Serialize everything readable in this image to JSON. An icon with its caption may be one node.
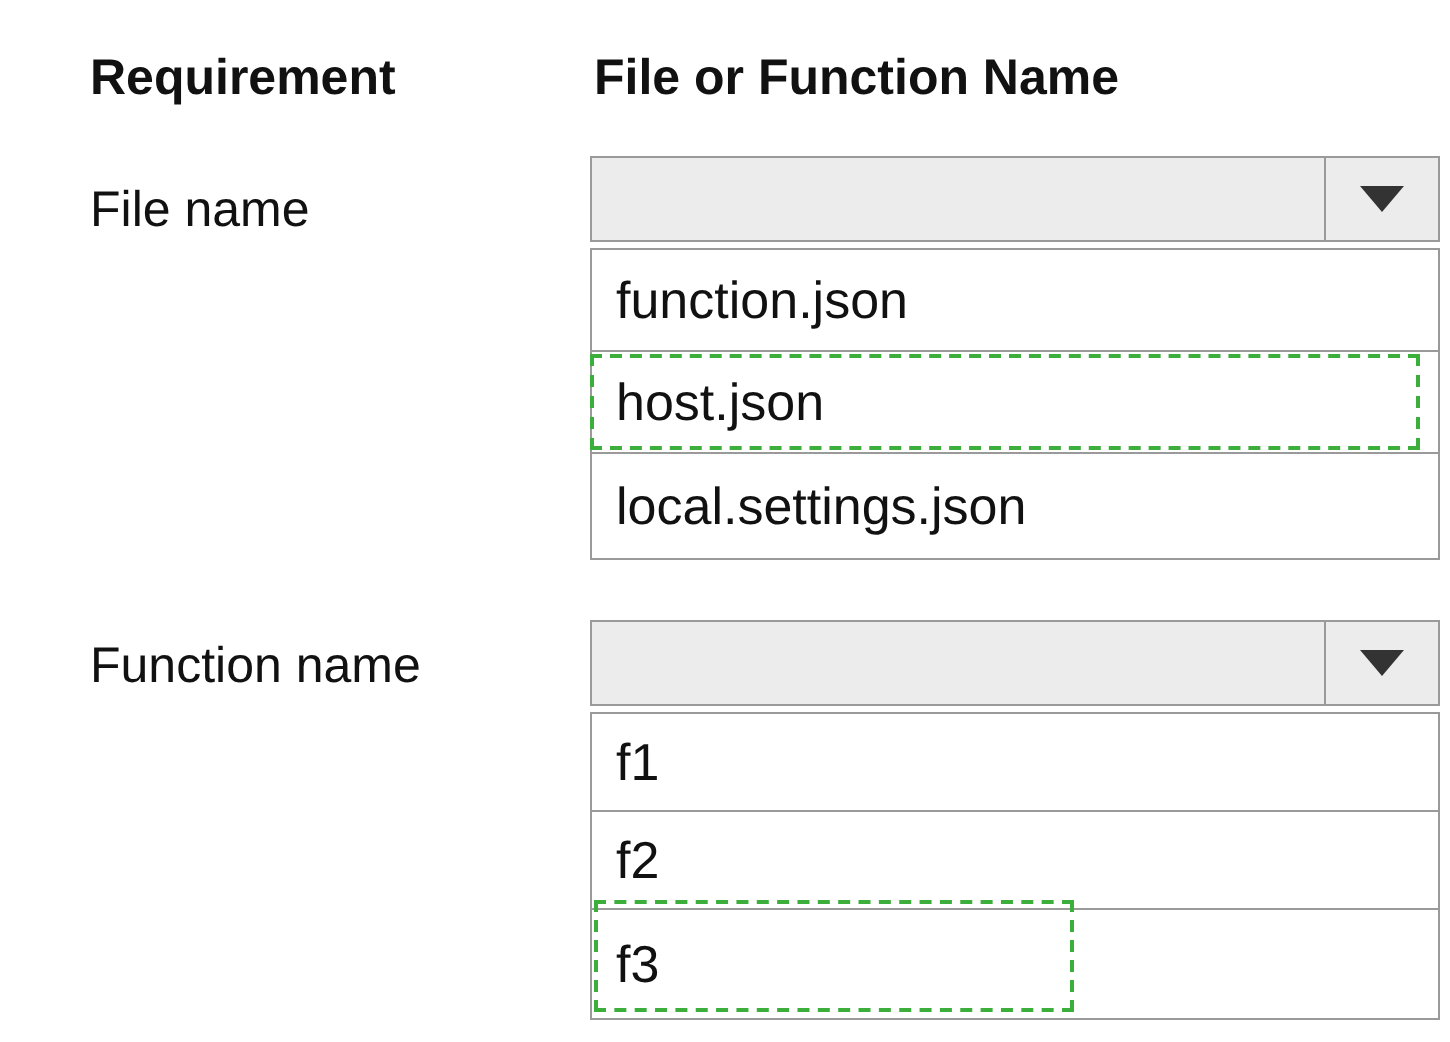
{
  "diagram": {
    "nodes": [
      {
        "text": [],
        "shape": "box"
      },
      {
        "text": [
          "function.json"
        ]
      },
      {
        "text": [
          "host.json"
        ]
      },
      {
        "text": [
          "local.settings.json"
        ]
      },
      {
        "text": [],
        "shape": "box"
      },
      {
        "text": [
          "f1"
        ]
      },
      {
        "text": [
          "f2"
        ]
      },
      {
        "text": [
          "f3"
        ]
      }
    ],
    "edges": [],
    "labels": [
      "Requirement",
      "File or Function Name",
      "File name",
      "Function name"
    ]
  }
}
